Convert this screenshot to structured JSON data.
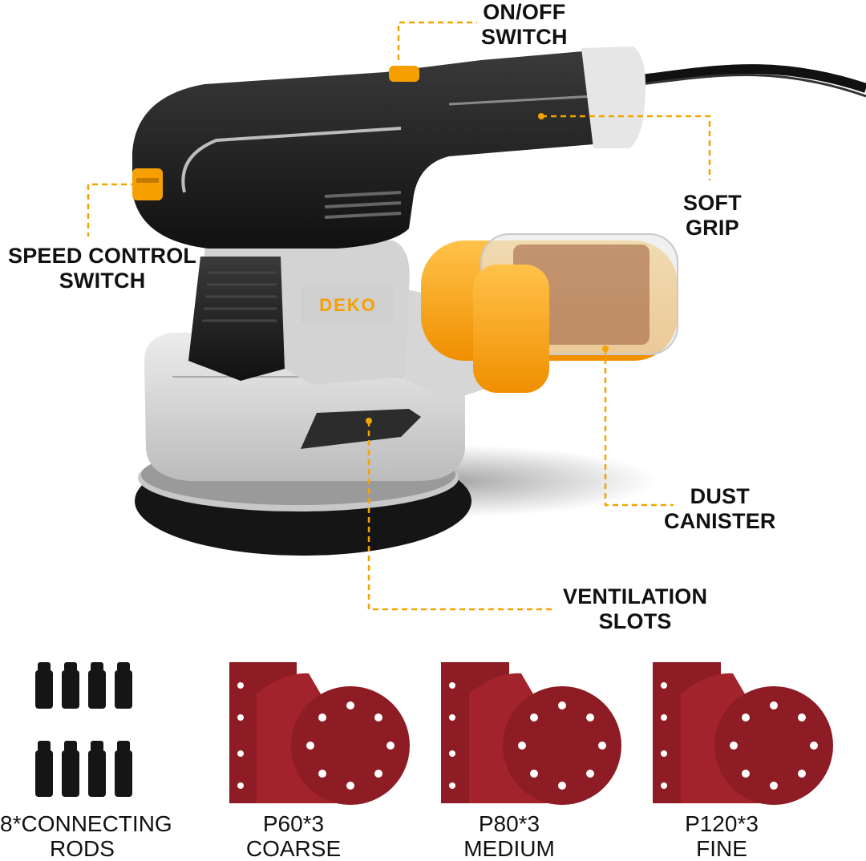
{
  "callouts": {
    "on_off": [
      "ON/OFF",
      "SWITCH"
    ],
    "soft_grip": [
      "SOFT",
      "GRIP"
    ],
    "speed_control": [
      "SPEED CONTROL",
      "SWITCH"
    ],
    "dust_canister": [
      "DUST",
      "CANISTER"
    ],
    "ventilation": [
      "VENTILATION",
      "SLOTS"
    ]
  },
  "brand_logo": "DEKO",
  "accessories": [
    {
      "line1": "8*CONNECTING",
      "line2": "RODS"
    },
    {
      "line1": "P60*3",
      "line2": "COARSE"
    },
    {
      "line1": "P80*3",
      "line2": "MEDIUM"
    },
    {
      "line1": "P120*3",
      "line2": "FINE"
    }
  ],
  "colors": {
    "accent": "#f2a400",
    "orange": "#f5a623",
    "body_black": "#1c1c1c",
    "body_grey": "#d9d9d9",
    "sandpaper": "#8e1c24"
  }
}
